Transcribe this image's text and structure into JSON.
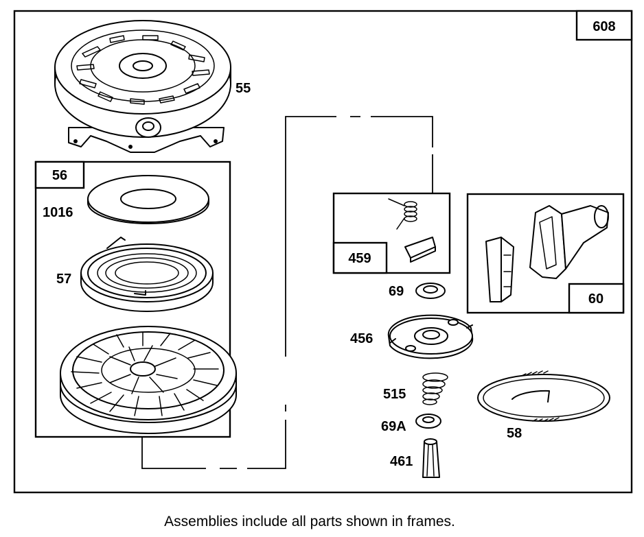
{
  "frames": {
    "main": "608",
    "starter_pulley": "56",
    "pawl_kit": "459",
    "handle": "60"
  },
  "parts": {
    "housing": "55",
    "spring_cover": "1016",
    "recoil_spring": "57",
    "washer_top": "69",
    "retainer": "456",
    "spring_small": "515",
    "washer_bottom": "69A",
    "pin": "461",
    "rope": "58"
  },
  "caption": "Assemblies include all parts shown in frames."
}
